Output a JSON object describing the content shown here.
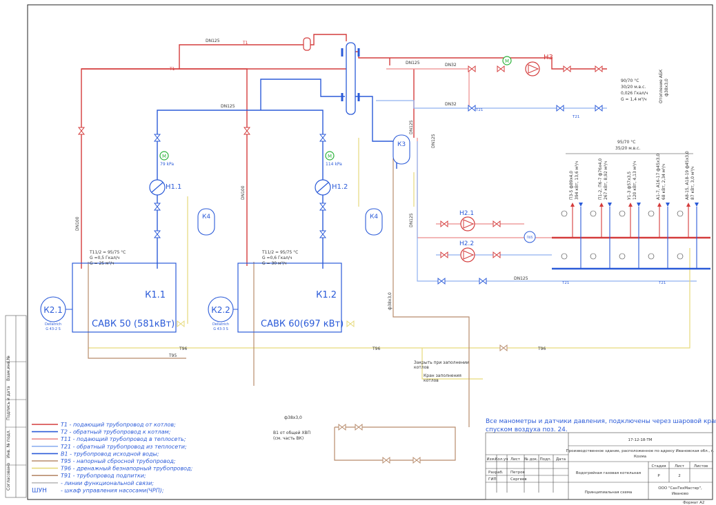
{
  "stamp": {
    "l1": "Взам.инв.№",
    "l2": "Подпись и дата",
    "l3": "Инв. № подл.",
    "l4": "Согласовано"
  },
  "equipment": {
    "k11": {
      "tag": "К1.1",
      "model": "САВК 50  (581кВт)"
    },
    "k12": {
      "tag": "К1.2",
      "model": "САВК 60(697 кВт)"
    },
    "k21": {
      "tag": "К2.1",
      "make": "Dellatrich",
      "model": "G 43-2 S"
    },
    "k22": {
      "tag": "К2.2",
      "make": "Dellatrich",
      "model": "G 43-3 S"
    },
    "h11": "Н1.1",
    "h12": "Н1.2",
    "h3": "Н3",
    "h21": "Н2.1",
    "h22": "Н2.2",
    "k3": "К3",
    "k4": "К4",
    "motor_letter": "М",
    "fm": "П05",
    "p1": "79 kPa",
    "p2": "114 kPa"
  },
  "labels": {
    "dn125_a": "DN125",
    "dn125_b": "DN125",
    "dn125_c": "DN125",
    "dn125_d": "DN125",
    "dn125_e": "DN125",
    "dn125_f": "DN125",
    "dn125_g": "DN125",
    "dn32_a": "DN32",
    "dn32_b": "DN32",
    "dn100_a": "DN100",
    "dn100_b": "DN100",
    "pipe38": "ф38х3,0",
    "t1": "Т1",
    "t21": "Т21",
    "t96": "Т96",
    "t95": "Т95"
  },
  "params": {
    "b1": {
      "l1": "Т11/2 = 95/75 °С",
      "l2": "G =0,5 Гкал/ч",
      "l3": "G = 25 м³/ч"
    },
    "b2": {
      "l1": "Т11/2 = 95/75 °С",
      "l2": "G =0,6 Гкал/ч",
      "l3": "G = 30 м³/ч"
    },
    "abk": {
      "l1": "90/70 °С",
      "l2": "30/20 м.в.с.",
      "l3": "0,026 Гкал/ч",
      "l4": "G = 1,4 м³/ч",
      "name": "Отопление АБК",
      "pipe": "ф38х3,0"
    },
    "net": {
      "l1": "95/70 °С",
      "l2": "35/20 м.в.с."
    }
  },
  "consumers": [
    {
      "l1": "П3-5 ф89х4,0",
      "l2": "394 кВт, 13,6 м³/ч"
    },
    {
      "l1": "П1-2, П6-7 ф76х4,0",
      "l2": "267 кВт, 8,92 м³/ч"
    },
    {
      "l1": "У1-3 ф57х3,5",
      "l2": "120 кВт, 4,13 м³/ч"
    },
    {
      "l1": "А1-7, А16-17 ф45х3,0",
      "l2": "68 кВт, 2,34 м³/ч"
    },
    {
      "l1": "А8-15, А18-19 ф45х3,0",
      "l2": "87 кВт, 3,0 м³/ч"
    }
  ],
  "notes": {
    "close_1": "Закрыть при заполнении",
    "close_2": "котлов",
    "fill_1": "Кран заполнения",
    "fill_2": "котлов",
    "pipe38": "ф38х3,0",
    "src_1": "В1 от общей ХВП",
    "src_2": "(см. часть ВК)",
    "gauges_1": "Все манометры и датчики давления, подключены через шаровой кран со",
    "gauges_2": "спуском воздуха поз. 24."
  },
  "legend": [
    {
      "text": "Т1 - подающий трубопровод от котлов;",
      "color": "#d43b3b"
    },
    {
      "text": "Т2 - обратный трубопровод к котлам;",
      "color": "#2a5ad8"
    },
    {
      "text": "Т11 - подающий трубопровод в теплосеть;",
      "color": "#ec8b8b"
    },
    {
      "text": "Т21 - обратный трубопровод из теплосети;",
      "color": "#8fb0ef"
    },
    {
      "text": "В1 - трубопровод исходной воды;",
      "color": "#2a5ad8"
    },
    {
      "text": "Т95 - напорный сбросной трубопровод;",
      "color": "#b78b6b"
    },
    {
      "text": "Т96 - дренажный безнапорный трубопровод;",
      "color": "#e6d97a"
    },
    {
      "text": "Т91 - трубопровод подпитки;",
      "color": "#b78b6b"
    },
    {
      "text": "-      линии функциональной связи;",
      "color": "#bbbbbb"
    },
    {
      "text": "-      шкаф управления насосами(ЧРП);",
      "color": "#ffffff",
      "sym": "ШУН"
    }
  ],
  "title_block": {
    "code": "17-12-18-ТМ",
    "project_1": "Производственное здание, расположенное по адресу Ивановская обл., г.",
    "project_2": "Кохма",
    "object": "Водогрейная газовая котельная",
    "sheet": "Принципиальная схема",
    "stage_h": "Стадия",
    "sheet_h": "Лист",
    "sheets_h": "Листов",
    "stage": "Р",
    "sheet_no": "2",
    "company": "ООО \"СанТехМастер\",",
    "city": "Иваново",
    "h1": "Изм.",
    "h2": "Кол.уч",
    "h3": "Лист",
    "h4": "№ док.",
    "h5": "Подп.",
    "h6": "Дата",
    "role1": "Разраб.",
    "name1": "Петров",
    "role2": "ГИП",
    "name2": "Сергеев",
    "format": "Формат А2"
  }
}
